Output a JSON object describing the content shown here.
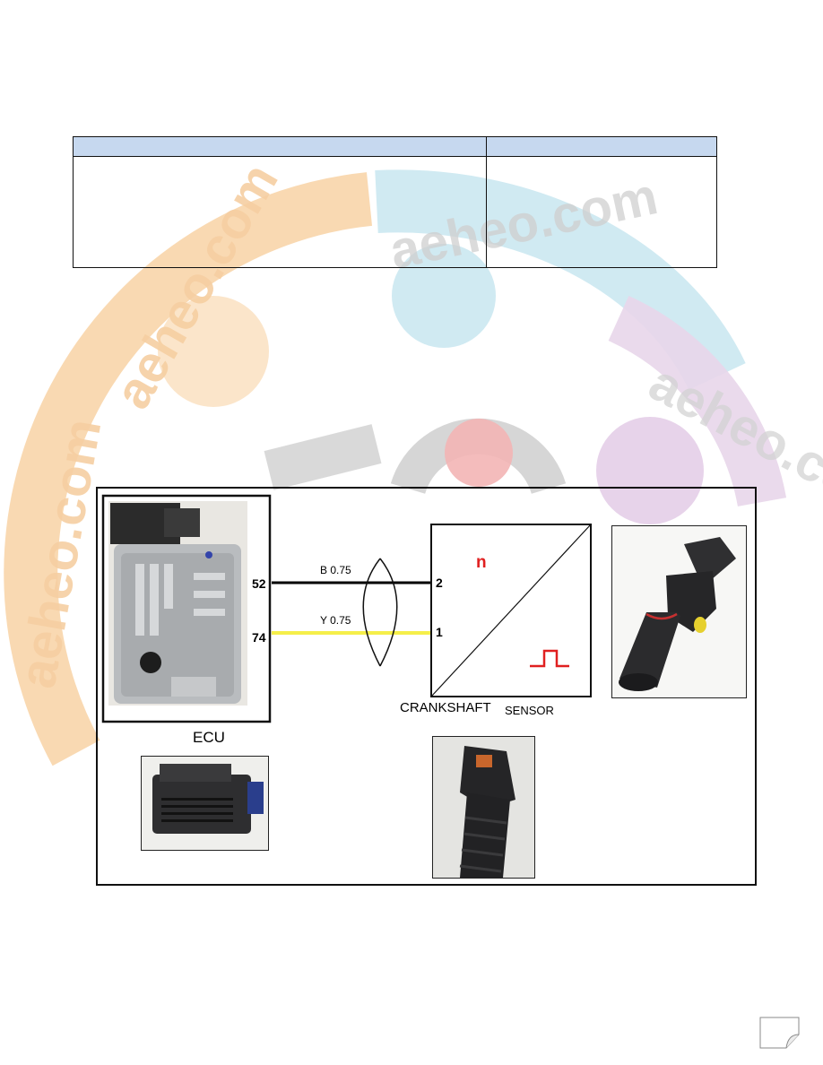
{
  "watermark": {
    "text": "aeheo.com",
    "colors": {
      "orange": "#f8d2a4",
      "blue": "#cbe8f1",
      "gray": "#d6d6d6",
      "red": "#f3b5b5",
      "purple": "#e3cbe6"
    }
  },
  "table": {
    "header_color": "#c6d8ef",
    "columns": [
      "",
      ""
    ],
    "rows": [
      [
        "",
        ""
      ]
    ]
  },
  "diagram": {
    "ecu_label": "ECU",
    "ecu_pins": {
      "top": "52",
      "bottom": "74"
    },
    "sensor_pins": {
      "top": "2",
      "bottom": "1"
    },
    "wire_labels": {
      "top": "B 0.75",
      "bottom": "Y 0.75"
    },
    "wire_colors": {
      "top": "#000000",
      "bottom": "#f5ef4a"
    },
    "sensor_symbol": "n",
    "sensor_label_part1": "CRANKSHAFT",
    "sensor_label_part2": "SENSOR",
    "signal_color": "#e02020"
  },
  "photos": {
    "ecu_unit": "ecu-photo",
    "ecu_connector": "ecu-connector-photo",
    "sensor_part": "crankshaft-sensor-photo",
    "sensor_connector": "sensor-connector-photo"
  },
  "page_corner": "page-curl-icon"
}
